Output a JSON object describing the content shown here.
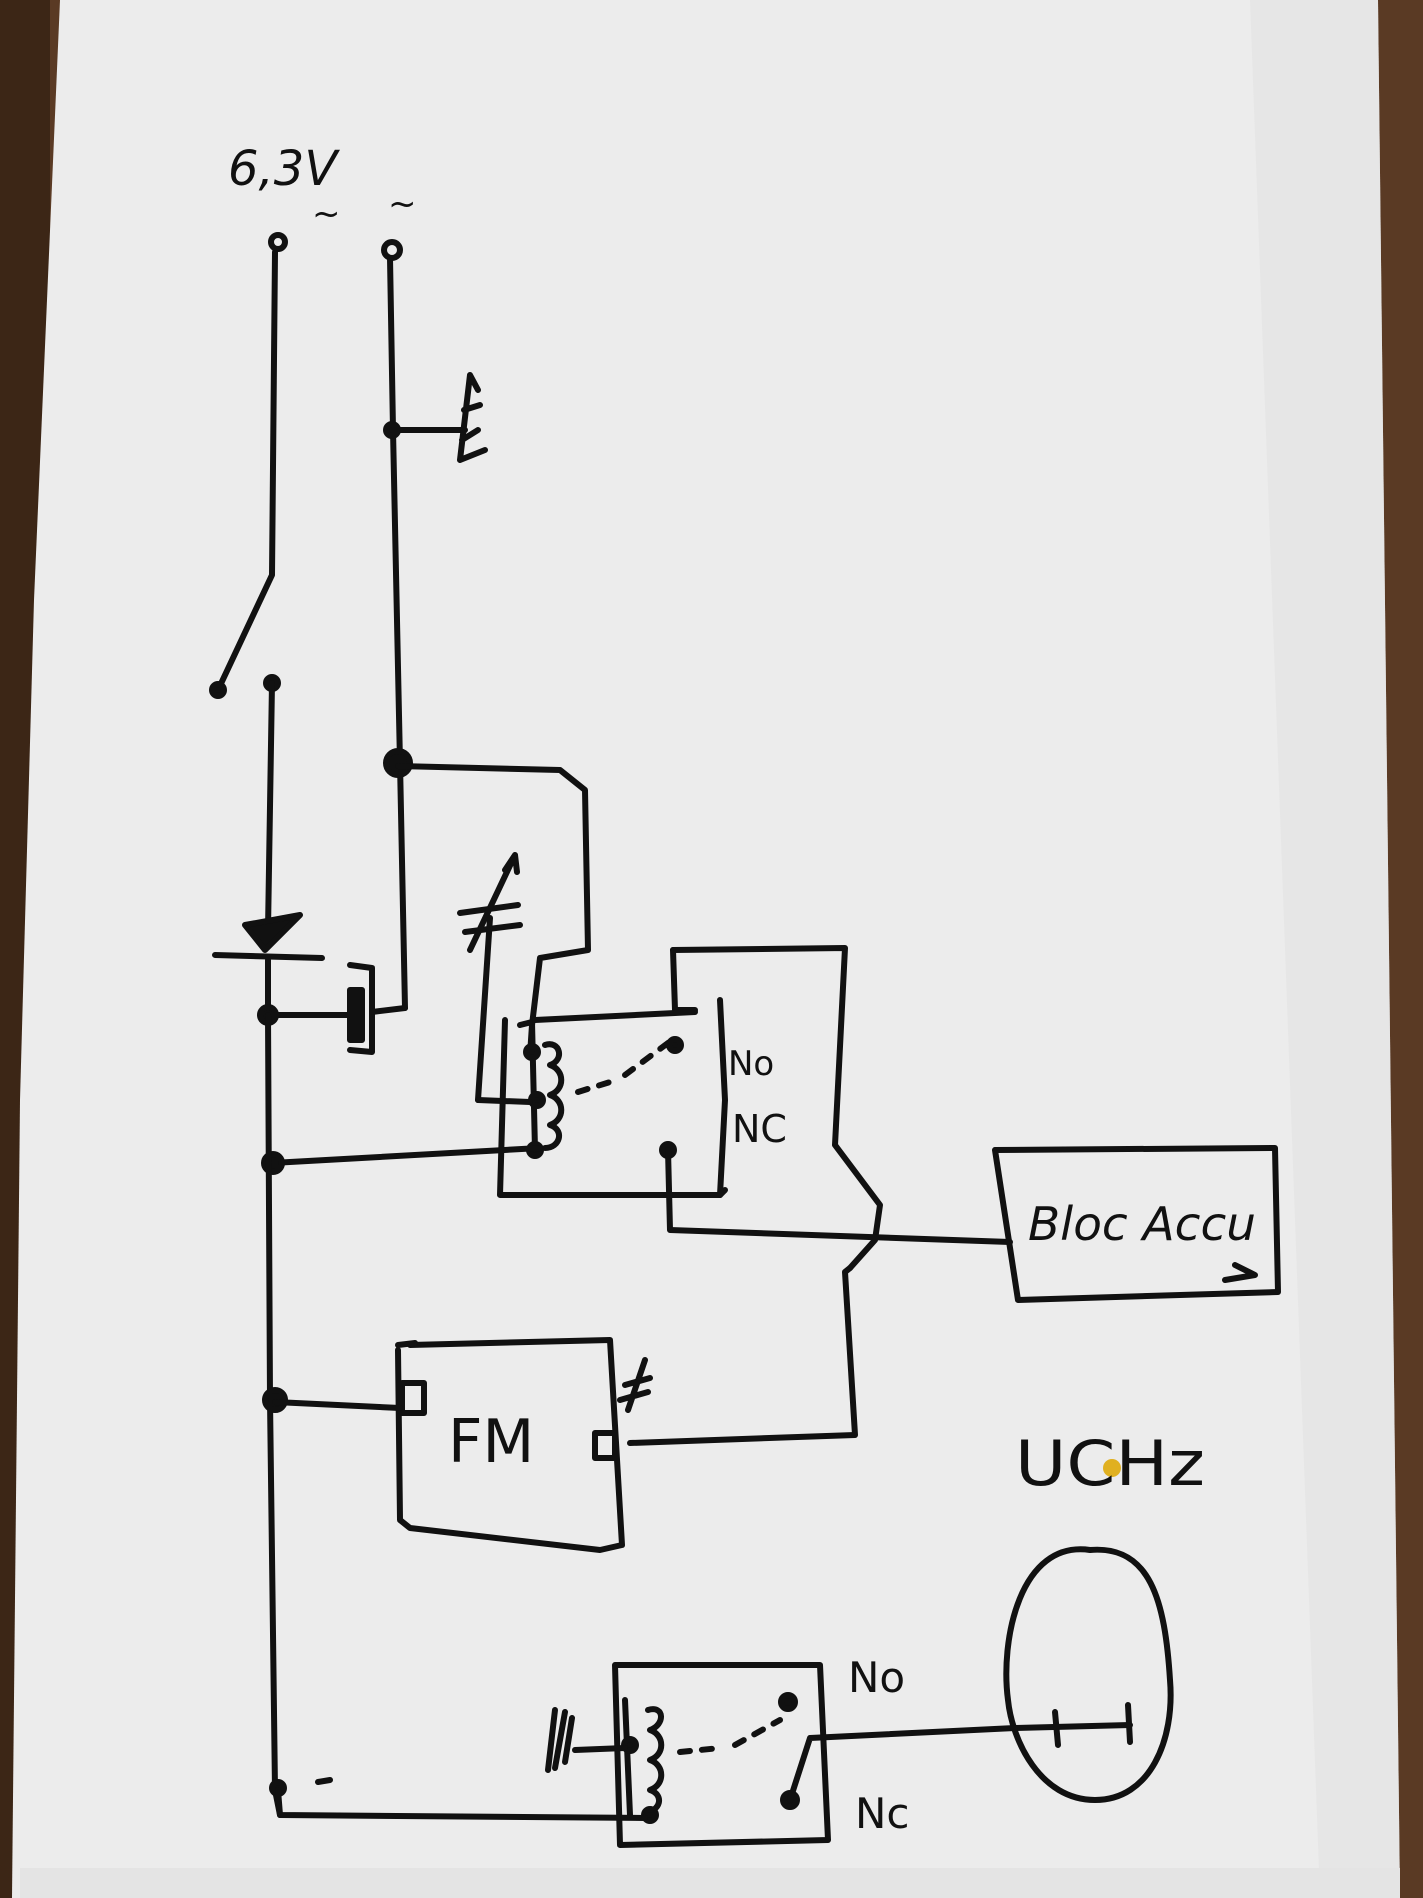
{
  "colors": {
    "paper": "#ececec",
    "ink": "#111111",
    "table": "#5a3a24",
    "pin": "#e0b020"
  },
  "supply": {
    "voltage_label": "6,3V",
    "terminal_left_symbol": "~",
    "terminal_right_symbol": "~"
  },
  "relay_top": {
    "no_label": "No",
    "nc_label": "NC"
  },
  "battery_block": {
    "label": "Bloc Accu"
  },
  "fm_module": {
    "label": "FM"
  },
  "uchz": {
    "label": "UCHz"
  },
  "relay_bottom": {
    "no_label": "No",
    "nc_label": "Nc"
  },
  "icons": [
    "lamp-icon",
    "diode-icon",
    "capacitor-icon",
    "variable-capacitor-icon",
    "switch-icon",
    "relay-coil-icon",
    "antenna-icon",
    "light-sensor-icon"
  ]
}
